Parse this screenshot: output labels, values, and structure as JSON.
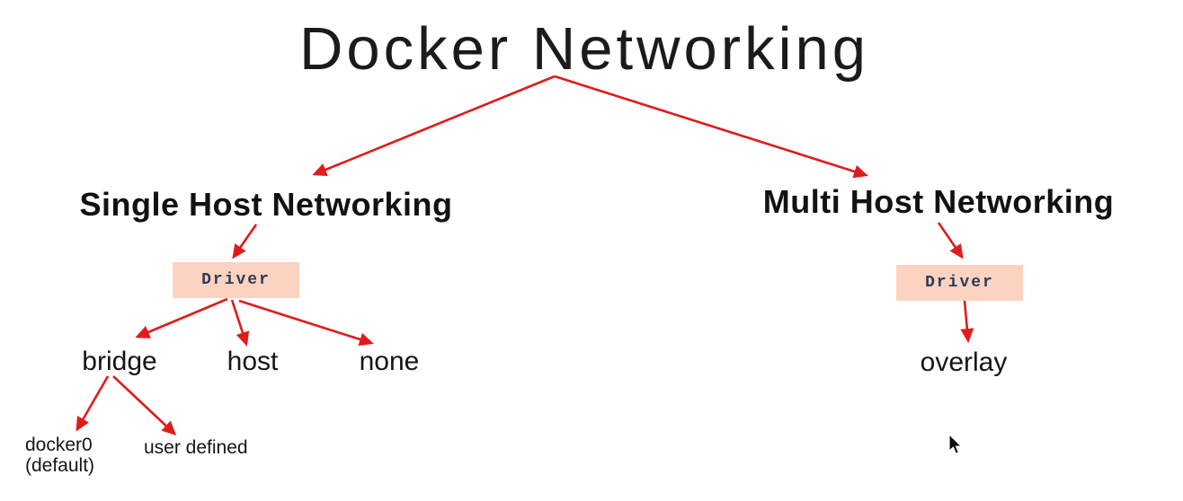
{
  "title": "Docker Networking",
  "left": {
    "heading": "Single Host Networking",
    "driver_label": "Driver",
    "children": [
      "bridge",
      "host",
      "none"
    ],
    "bridge_children": {
      "docker0_line1": "docker0",
      "docker0_line2": "(default)",
      "user_defined": "user defined"
    }
  },
  "right": {
    "heading": "Multi Host Networking",
    "driver_label": "Driver",
    "children": [
      "overlay"
    ]
  },
  "colors": {
    "arrow": "#e01b1b",
    "driver_bg": "#fbd3c0",
    "driver_text": "#2e3a56",
    "text": "#111111",
    "bg": "#ffffff"
  }
}
